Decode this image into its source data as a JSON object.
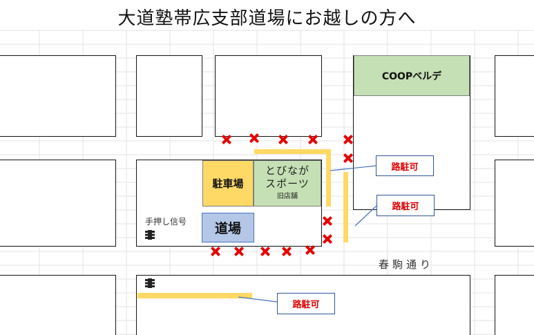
{
  "title": "大道塾帯広支部道場にお越しの方へ",
  "places": {
    "coop": "COOPベルデ",
    "parking": "駐車場",
    "store_line1": "とびなが",
    "store_line2": "スポーツ",
    "store_note": "旧店舗",
    "dojo": "道場"
  },
  "street_name": "春駒通り",
  "signal_label": "手押し信号",
  "roadside_parking_label": "路駐可",
  "icons": {
    "no_parking": "red-x-icon",
    "traffic_signal": "traffic-signal-icon"
  },
  "colors": {
    "no_parking": "#e60000",
    "parking_ok_marker": "#ffd966",
    "coop_fill": "#c5e0b4",
    "dojo_fill": "#b4c7e7",
    "label_text": "#e00000"
  }
}
